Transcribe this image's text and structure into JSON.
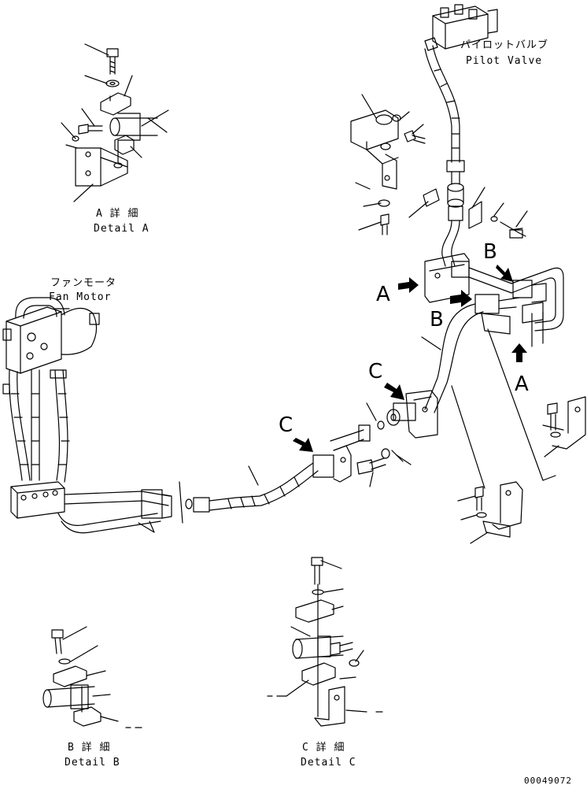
{
  "labels": {
    "pilot_valve_jp": "パイロットバルブ",
    "pilot_valve_en": "Pilot Valve",
    "fan_motor_jp": "ファンモータ",
    "fan_motor_en": "Fan Motor",
    "detail_a_jp": "A 詳 細",
    "detail_a_en": "Detail A",
    "detail_b_jp": "B 詳 細",
    "detail_b_en": "Detail B",
    "detail_c_jp": "C 詳 細",
    "detail_c_en": "Detail C",
    "drawing_number": "00049072"
  },
  "callouts": {
    "a_main": "A",
    "a_lower": "A",
    "b_main": "B",
    "b_upper": "B",
    "c_left": "C",
    "c_mid": "C"
  }
}
